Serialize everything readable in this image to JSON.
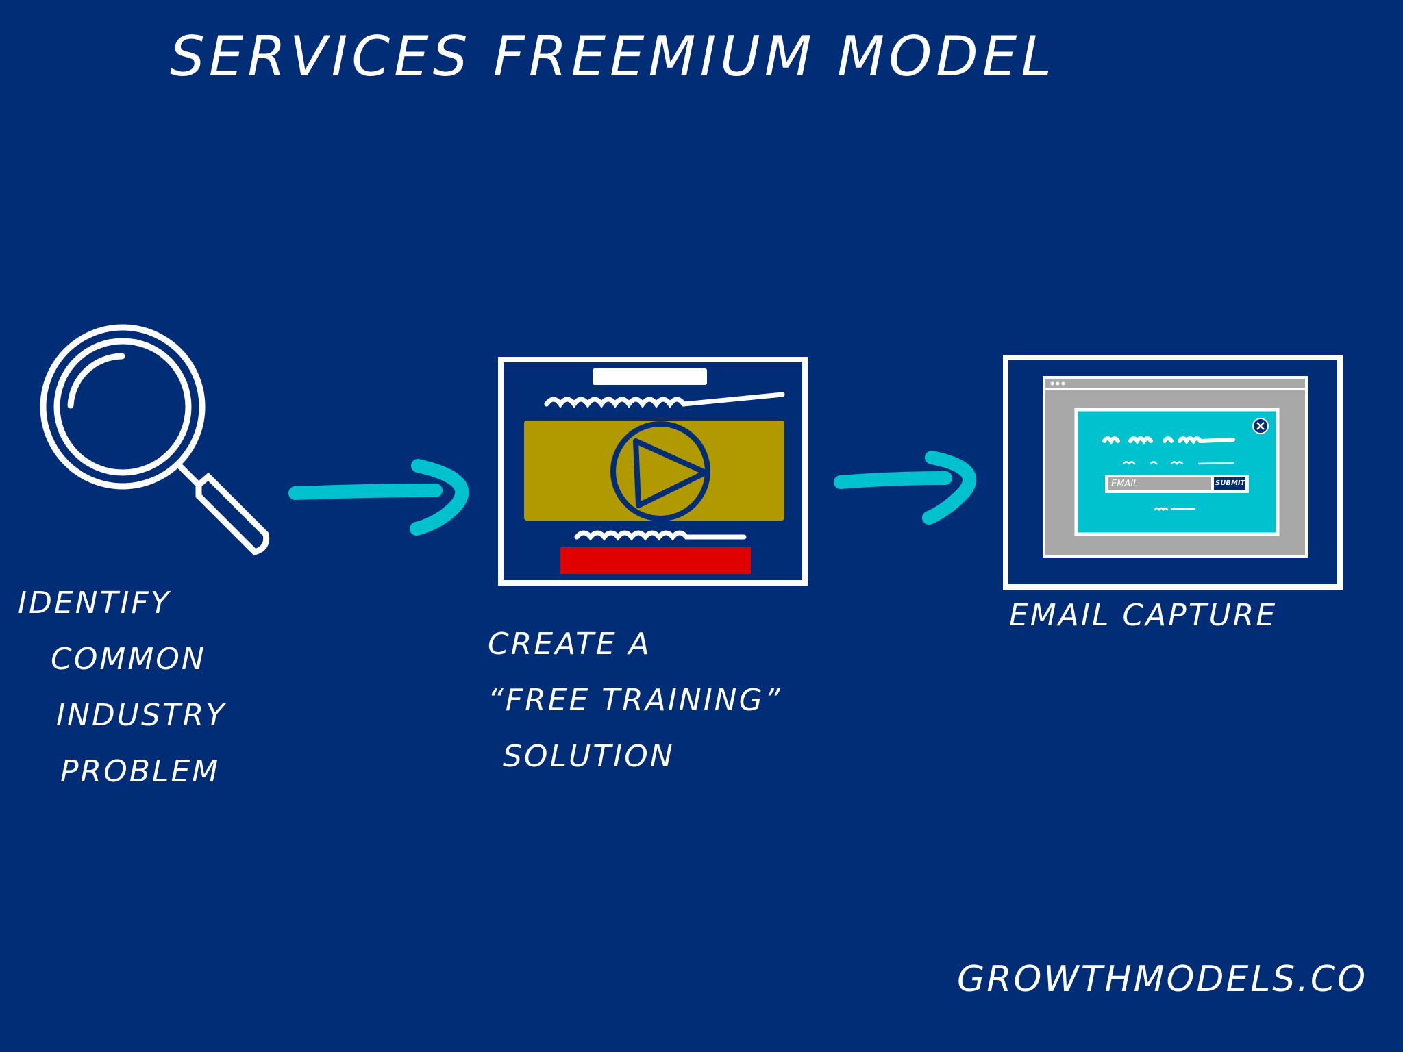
{
  "title": "Services Freemium model",
  "steps": [
    {
      "icon": "magnifier-icon",
      "label_lines": [
        "Identify",
        "Common",
        "Industry",
        "Problem"
      ]
    },
    {
      "icon": "video-page-icon",
      "label_lines": [
        "Create a",
        "“Free Training”",
        "Solution"
      ]
    },
    {
      "icon": "email-popup-icon",
      "label_lines": [
        "Email Capture"
      ],
      "popup": {
        "input_placeholder": "Email",
        "button_label": "Submit"
      }
    }
  ],
  "footer": "Growthmodels.co",
  "colors": {
    "background": "#002d76",
    "arrow": "#00c2cf",
    "video": "#b09a00",
    "cta": "#e00000",
    "popup": "#00c2cf",
    "browser": "#a8a8a8"
  }
}
